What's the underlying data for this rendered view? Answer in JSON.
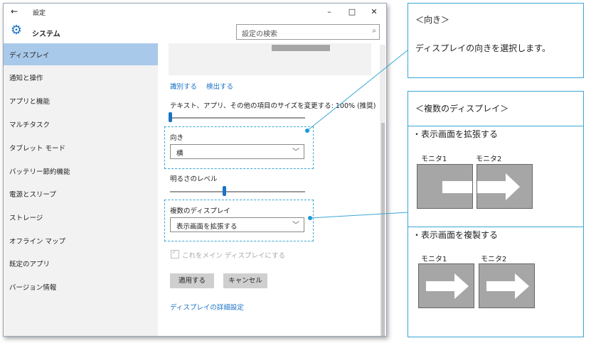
{
  "window": {
    "title": "設定",
    "back": "←",
    "minimize": "–",
    "maximize": "□",
    "close": "✕",
    "section": "システム",
    "gear": "⚙"
  },
  "search": {
    "placeholder": "設定の検索",
    "icon": "⌕"
  },
  "sidebar": {
    "items": [
      {
        "label": "ディスプレイ",
        "active": true
      },
      {
        "label": "通知と操作"
      },
      {
        "label": "アプリと機能"
      },
      {
        "label": "マルチタスク"
      },
      {
        "label": "タブレット モード"
      },
      {
        "label": "バッテリー節約機能"
      },
      {
        "label": "電源とスリープ"
      },
      {
        "label": "ストレージ"
      },
      {
        "label": "オフライン マップ"
      },
      {
        "label": "既定のアプリ"
      },
      {
        "label": "バージョン情報"
      }
    ]
  },
  "main": {
    "identify": "識別する",
    "detect": "検出する",
    "scale_label": "テキスト、アプリ、その他の項目のサイズを変更する: 100% (推奨)",
    "scale_value": 0,
    "orientation_label": "向き",
    "orientation_value": "横",
    "brightness_label": "明るさのレベル",
    "brightness_value": 0.4,
    "multi_label": "複数のディスプレイ",
    "multi_value": "表示画面を拡張する",
    "main_display_checkbox": "これをメイン ディスプレイにする",
    "apply": "適用する",
    "cancel": "キャンセル",
    "advanced": "ディスプレイの詳細設定"
  },
  "callout1": {
    "title": "＜向き＞",
    "body": "ディスプレイの向きを選択します。"
  },
  "callout2": {
    "title": "＜複数のディスプレイ＞",
    "extend": "・表示画面を拡張する",
    "duplicate": "・表示画面を複製する",
    "monitor1": "モニタ1",
    "monitor2": "モニタ2"
  },
  "colors": {
    "accent": "#1a73c8",
    "callout_border": "#39a6d6",
    "selected": "#a9c9ea"
  }
}
